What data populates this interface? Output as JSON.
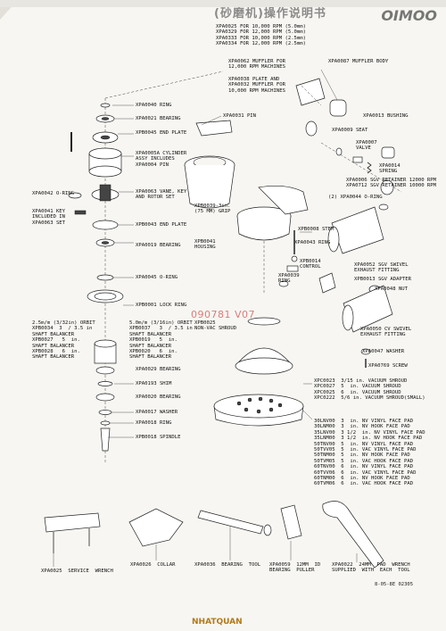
{
  "header": {
    "title_cn": "(砂磨机)操作说明书",
    "brand": "OIMOO"
  },
  "labels": {
    "top_rpm": "XPA0025 FOR 10,000 RPM (5.0mm)\nXPA0329 FOR 12,000 RPM (5.0mm)\nXPA0333 FOR 10,000 RPM (2.5mm)\nXPA0334 FOR 12,000 RPM (2.5mm)",
    "muffler_for": "XPA0062 MUFFLER FOR\n12,000 RPM MACHINES",
    "muffler_body": "XPA0087 MUFFLER BODY",
    "plate_muffler": "XPA0038 PLATE AND\nXPA0032 MUFFLER FOR\n10,000 RPM MACHINES",
    "ring": "XPA0040 RING",
    "bearing": "XPA0021 BEARING",
    "pin": "XPA0031 PIN",
    "bushing": "XPA0013 BUSHING",
    "end_plate": "XPB0045 END PLATE",
    "seat": "XPA0009 SEAT",
    "cylinder": "XPA0005A CYLINDER\nASSY INCLUDES\nXPA0004 PIN",
    "valve": "XPA0007\nVALVE",
    "spring": "XPA0014\nSPRING",
    "retainer": "XPA0006 SGV RETAINER 12000 RPM\nXPA0712 SGV RETAINER 10000 RPM",
    "oring_42": "XPA0042 O-RING",
    "vane": "XPA0063 VANE, KEY\nAND ROTOR SET",
    "oring_44": "(2) XPA0044 O-RING",
    "grip": "XPB0039-3in.\n(75 MM) GRIP",
    "key": "XPA0041 KEY\nINCLUDED IN\nXPA0063 SET",
    "end_plate_43": "XPB0043 END PLATE",
    "stem": "XPB0008 STEM",
    "housing": "XPB0041\nHOUSING",
    "ring_43": "XPA0043 RING",
    "bearing_19": "XPA0019 BEARING",
    "control": "XPB0014\nCONTROL",
    "swivel": "XPA0052 SGV SWIVEL\nEXHAUST FITTING",
    "ring_39": "XPA0039\nRING",
    "adapter": "XPB0013 SGV ADAPTER",
    "oring_45": "XPA0045 O-RING",
    "nut": "XPA0048 NUT",
    "lock_ring": "XPB0001 LOCK RING",
    "orbit_25": "2.5m/m (3/32in) ORBIT\nXPB0034  3  / 3.5 in\nSHAFT BALANCER\nXPB0027   5  in.\nSHAFT BALANCER\nXPB0028   6  in.\nSHAFT BALANCER",
    "orbit_50": "5.0m/m (3/16in) ORBIT\nXPB0037   3  / 3.5 in\nSHAFT BALANCER\nXPB0019   5  in.\nSHAFT BALANCER\nXPB0020   6  in.\nSHAFT BALANCER",
    "shroud_25": "XPB0025\nNON-VAC SHROUD",
    "cv_swivel": "XPA0050 CV SWIVEL\nEXHAUST FITTING",
    "bearing_29": "XPA0029 BEARING",
    "washer_47": "XPA0047 WASHER",
    "shim": "XPA0193 SHIM",
    "screw": "XPA0769 SCREW",
    "bearing_20": "XPA0020 BEARING",
    "vac_shroud": "XPC0023  3/15 in. VACUUM SHROUD\nXPC0027  5  in. VACUUM SHROUD\nXPC0025  6  in. VACUUM SHROUD\nXPC0222  5/6 in. VACUUM SHROUD(SMALL)",
    "washer_17": "XPA0017 WASHER",
    "ring_18": "XPA0018 RING",
    "spindle": "XPB0018 SPINDLE",
    "pads": "30LNV00  3  in. NV VINYL FACE PAD\n30LNM00  3  in. NV HOOK FACE PAD\n35LNV00  3 1/2  in. NV VINYL FACE PAD\n35LNM00  3 1/2  in. NV HOOK FACE PAD\n50TNV00  5  in. NV VINYL FACE PAD\n50TVV05  5  in. VAC VINYL FACE PAD\n50TNM00  5  in. NV HOOK FACE PAD\n50TVM05  5  in. VAC HOOK FACE PAD\n60TNV00  6  in. NV VINYL FACE PAD\n60TVV06  6  in. VAC VINYL FACE PAD\n60TNM00  6  in. NV HOOK FACE PAD\n60TVM06  6  in. VAC HOOK FACE PAD",
    "service_wrench": "XPA0025  SERVICE  WRENCH",
    "collar": "XPA0026  COLLAR",
    "bearing_tool": "XPA0036  BEARING  TOOL",
    "puller": "XPA0059  12MM  ID\nBEARING  PULLER",
    "pad_wrench": "XPA0022  24MM  PAD  WRENCH\nSUPPLIED  WITH  EACH  TOOL"
  },
  "date_code": "8-05-8E   02305",
  "watermark": "090781 V07",
  "footer_brand": "NHATQUAN"
}
